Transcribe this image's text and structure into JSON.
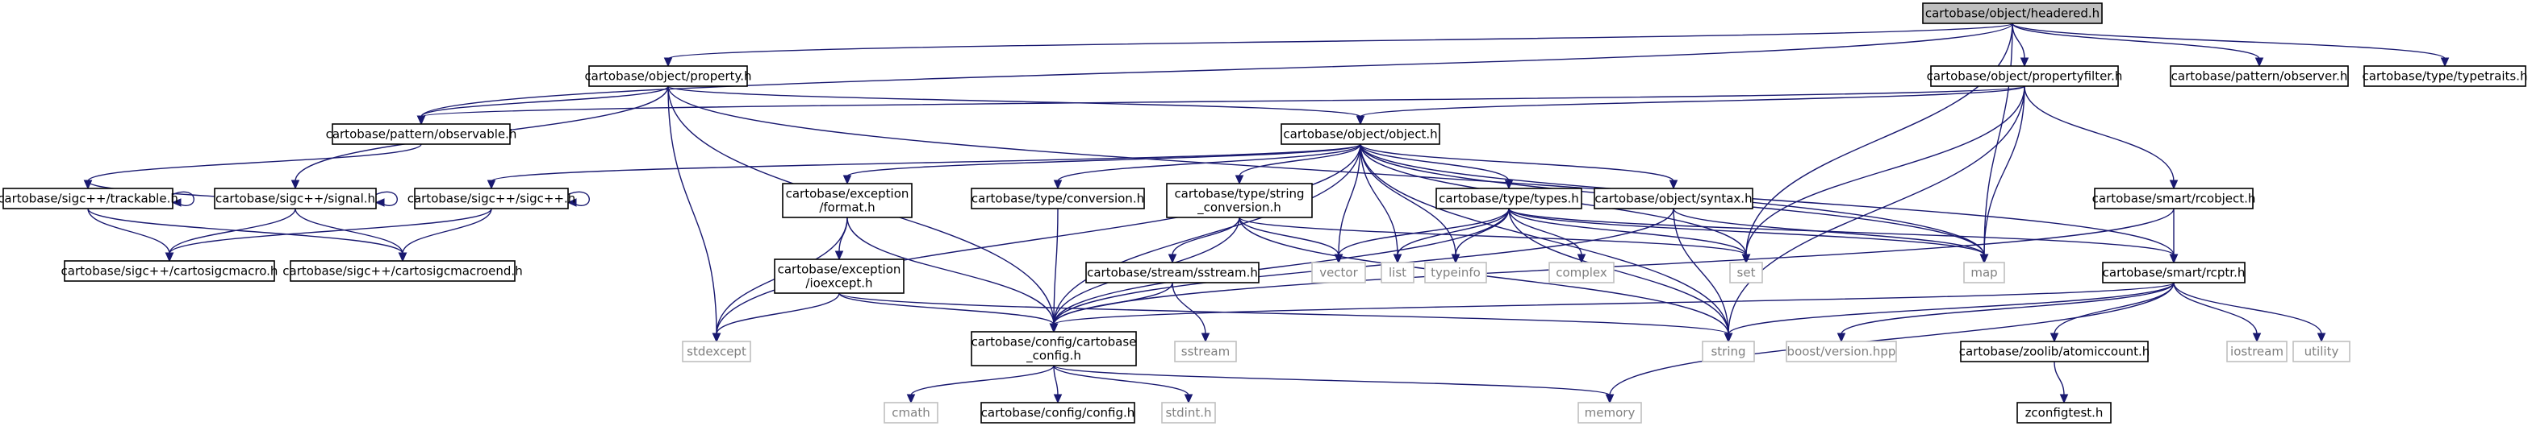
{
  "graph": {
    "nodes": [
      {
        "id": "headered",
        "lines": [
          "cartobase/object/headered.h"
        ],
        "kind": "root"
      },
      {
        "id": "property",
        "lines": [
          "cartobase/object/property.h"
        ],
        "kind": "doc"
      },
      {
        "id": "propertyfilter",
        "lines": [
          "cartobase/object/propertyfilter.h"
        ],
        "kind": "doc"
      },
      {
        "id": "observer",
        "lines": [
          "cartobase/pattern/observer.h"
        ],
        "kind": "doc"
      },
      {
        "id": "typetraits",
        "lines": [
          "cartobase/type/typetraits.h"
        ],
        "kind": "doc"
      },
      {
        "id": "observable",
        "lines": [
          "cartobase/pattern/observable.h"
        ],
        "kind": "doc"
      },
      {
        "id": "object",
        "lines": [
          "cartobase/object/object.h"
        ],
        "kind": "doc"
      },
      {
        "id": "trackable",
        "lines": [
          "cartobase/sigc++/trackable.h"
        ],
        "kind": "doc"
      },
      {
        "id": "signal",
        "lines": [
          "cartobase/sigc++/signal.h"
        ],
        "kind": "doc"
      },
      {
        "id": "sigcpp",
        "lines": [
          "cartobase/sigc++/sigc++.h"
        ],
        "kind": "doc"
      },
      {
        "id": "exformat",
        "lines": [
          "cartobase/exception",
          "/format.h"
        ],
        "kind": "doc"
      },
      {
        "id": "conversion",
        "lines": [
          "cartobase/type/conversion.h"
        ],
        "kind": "doc"
      },
      {
        "id": "strconv",
        "lines": [
          "cartobase/type/string",
          "_conversion.h"
        ],
        "kind": "doc"
      },
      {
        "id": "types",
        "lines": [
          "cartobase/type/types.h"
        ],
        "kind": "doc"
      },
      {
        "id": "syntax",
        "lines": [
          "cartobase/object/syntax.h"
        ],
        "kind": "doc"
      },
      {
        "id": "rcobject",
        "lines": [
          "cartobase/smart/rcobject.h"
        ],
        "kind": "doc"
      },
      {
        "id": "cartosigcmacro",
        "lines": [
          "cartobase/sigc++/cartosigcmacro.h"
        ],
        "kind": "doc"
      },
      {
        "id": "cartosigcmacroend",
        "lines": [
          "cartobase/sigc++/cartosigcmacroend.h"
        ],
        "kind": "doc"
      },
      {
        "id": "ioexcept",
        "lines": [
          "cartobase/exception",
          "/ioexcept.h"
        ],
        "kind": "doc"
      },
      {
        "id": "sstream_h",
        "lines": [
          "cartobase/stream/sstream.h"
        ],
        "kind": "doc"
      },
      {
        "id": "vector",
        "lines": [
          "vector"
        ],
        "kind": "ext"
      },
      {
        "id": "list",
        "lines": [
          "list"
        ],
        "kind": "ext"
      },
      {
        "id": "typeinfo",
        "lines": [
          "typeinfo"
        ],
        "kind": "ext"
      },
      {
        "id": "complex",
        "lines": [
          "complex"
        ],
        "kind": "ext"
      },
      {
        "id": "set",
        "lines": [
          "set"
        ],
        "kind": "ext"
      },
      {
        "id": "map",
        "lines": [
          "map"
        ],
        "kind": "ext"
      },
      {
        "id": "rcptr",
        "lines": [
          "cartobase/smart/rcptr.h"
        ],
        "kind": "doc"
      },
      {
        "id": "stdexcept",
        "lines": [
          "stdexcept"
        ],
        "kind": "ext"
      },
      {
        "id": "cbconfig",
        "lines": [
          "cartobase/config/cartobase",
          "_config.h"
        ],
        "kind": "doc"
      },
      {
        "id": "sstream",
        "lines": [
          "sstream"
        ],
        "kind": "ext"
      },
      {
        "id": "string",
        "lines": [
          "string"
        ],
        "kind": "ext"
      },
      {
        "id": "boostversion",
        "lines": [
          "boost/version.hpp"
        ],
        "kind": "ext"
      },
      {
        "id": "atomiccount",
        "lines": [
          "cartobase/zoolib/atomiccount.h"
        ],
        "kind": "doc"
      },
      {
        "id": "iostream",
        "lines": [
          "iostream"
        ],
        "kind": "ext"
      },
      {
        "id": "utility",
        "lines": [
          "utility"
        ],
        "kind": "ext"
      },
      {
        "id": "cmath",
        "lines": [
          "cmath"
        ],
        "kind": "ext"
      },
      {
        "id": "configh",
        "lines": [
          "cartobase/config/config.h"
        ],
        "kind": "doc"
      },
      {
        "id": "stdint",
        "lines": [
          "stdint.h"
        ],
        "kind": "ext"
      },
      {
        "id": "memory",
        "lines": [
          "memory"
        ],
        "kind": "ext"
      },
      {
        "id": "zconfigtest",
        "lines": [
          "zconfigtest.h"
        ],
        "kind": "doc"
      }
    ],
    "edges": [
      [
        "headered",
        "property"
      ],
      [
        "headered",
        "propertyfilter"
      ],
      [
        "headered",
        "observer"
      ],
      [
        "headered",
        "typetraits"
      ],
      [
        "headered",
        "observable"
      ],
      [
        "headered",
        "set"
      ],
      [
        "headered",
        "map"
      ],
      [
        "property",
        "observable"
      ],
      [
        "property",
        "object"
      ],
      [
        "property",
        "signal"
      ],
      [
        "property",
        "stdexcept"
      ],
      [
        "property",
        "cbconfig"
      ],
      [
        "property",
        "map"
      ],
      [
        "propertyfilter",
        "object"
      ],
      [
        "propertyfilter",
        "observable"
      ],
      [
        "propertyfilter",
        "rcobject"
      ],
      [
        "propertyfilter",
        "set"
      ],
      [
        "propertyfilter",
        "map"
      ],
      [
        "propertyfilter",
        "string"
      ],
      [
        "observable",
        "trackable"
      ],
      [
        "trackable",
        "trackable"
      ],
      [
        "trackable",
        "cartosigcmacro"
      ],
      [
        "trackable",
        "cartosigcmacroend"
      ],
      [
        "signal",
        "signal"
      ],
      [
        "signal",
        "trackable"
      ],
      [
        "signal",
        "cartosigcmacro"
      ],
      [
        "signal",
        "cartosigcmacroend"
      ],
      [
        "sigcpp",
        "sigcpp"
      ],
      [
        "sigcpp",
        "cartosigcmacro"
      ],
      [
        "sigcpp",
        "cartosigcmacroend"
      ],
      [
        "object",
        "sigcpp"
      ],
      [
        "object",
        "exformat"
      ],
      [
        "object",
        "conversion"
      ],
      [
        "object",
        "strconv"
      ],
      [
        "object",
        "types"
      ],
      [
        "object",
        "syntax"
      ],
      [
        "object",
        "rcptr"
      ],
      [
        "object",
        "cbconfig"
      ],
      [
        "object",
        "stdexcept"
      ],
      [
        "object",
        "vector"
      ],
      [
        "object",
        "list"
      ],
      [
        "object",
        "typeinfo"
      ],
      [
        "object",
        "set"
      ],
      [
        "object",
        "map"
      ],
      [
        "object",
        "string"
      ],
      [
        "exformat",
        "ioexcept"
      ],
      [
        "exformat",
        "stdexcept"
      ],
      [
        "exformat",
        "cbconfig"
      ],
      [
        "conversion",
        "cbconfig"
      ],
      [
        "strconv",
        "sstream_h"
      ],
      [
        "strconv",
        "vector"
      ],
      [
        "strconv",
        "cbconfig"
      ],
      [
        "strconv",
        "string"
      ],
      [
        "strconv",
        "set"
      ],
      [
        "types",
        "vector"
      ],
      [
        "types",
        "list"
      ],
      [
        "types",
        "typeinfo"
      ],
      [
        "types",
        "complex"
      ],
      [
        "types",
        "set"
      ],
      [
        "types",
        "map"
      ],
      [
        "types",
        "string"
      ],
      [
        "types",
        "cbconfig"
      ],
      [
        "types",
        "rcptr"
      ],
      [
        "syntax",
        "cbconfig"
      ],
      [
        "syntax",
        "string"
      ],
      [
        "syntax",
        "map"
      ],
      [
        "rcobject",
        "rcptr"
      ],
      [
        "rcobject",
        "cbconfig"
      ],
      [
        "ioexcept",
        "stdexcept"
      ],
      [
        "ioexcept",
        "cbconfig"
      ],
      [
        "ioexcept",
        "string"
      ],
      [
        "sstream_h",
        "sstream"
      ],
      [
        "sstream_h",
        "cbconfig"
      ],
      [
        "rcptr",
        "cbconfig"
      ],
      [
        "rcptr",
        "boostversion"
      ],
      [
        "rcptr",
        "atomiccount"
      ],
      [
        "rcptr",
        "iostream"
      ],
      [
        "rcptr",
        "utility"
      ],
      [
        "rcptr",
        "string"
      ],
      [
        "rcptr",
        "memory"
      ],
      [
        "cbconfig",
        "cmath"
      ],
      [
        "cbconfig",
        "configh"
      ],
      [
        "cbconfig",
        "stdint"
      ],
      [
        "cbconfig",
        "memory"
      ],
      [
        "atomiccount",
        "zconfigtest"
      ]
    ]
  }
}
